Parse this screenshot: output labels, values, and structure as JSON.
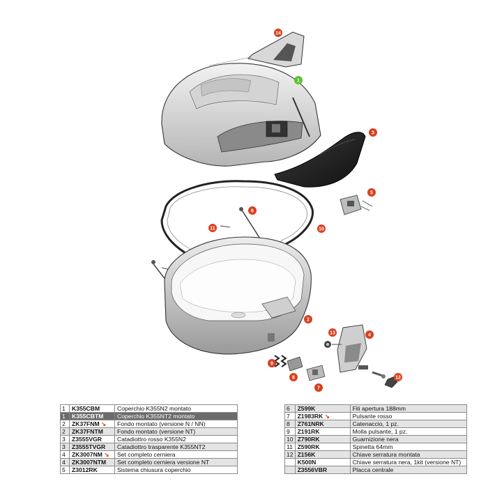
{
  "diagram": {
    "callouts": [
      {
        "n": "14",
        "color": "#d9401f"
      },
      {
        "n": "1",
        "color": "#5cc22e"
      },
      {
        "n": "3",
        "color": "#d9401f"
      },
      {
        "n": "5",
        "color": "#d9401f"
      },
      {
        "n": "6",
        "color": "#d9401f"
      },
      {
        "n": "11",
        "color": "#d9401f"
      },
      {
        "n": "10",
        "color": "#d9401f"
      },
      {
        "n": "2",
        "color": "#d9401f"
      },
      {
        "n": "13",
        "color": "#d9401f"
      },
      {
        "n": "4",
        "color": "#d9401f"
      },
      {
        "n": "9",
        "color": "#d9401f"
      },
      {
        "n": "8",
        "color": "#d9401f"
      },
      {
        "n": "7",
        "color": "#d9401f"
      },
      {
        "n": "12",
        "color": "#d9401f"
      }
    ]
  },
  "parts_left": [
    {
      "n": "1",
      "code": "K355CBM",
      "arrow": false,
      "desc": "Coperchio K355N2 montato",
      "style": ""
    },
    {
      "n": "1",
      "code": "K355CBTM",
      "arrow": false,
      "desc": "Coperchio K355NT2 montato",
      "style": "dark"
    },
    {
      "n": "2",
      "code": "ZK37FNM",
      "arrow": true,
      "desc": "Fondo montato (versione N / NN)",
      "style": ""
    },
    {
      "n": "2",
      "code": "ZK37FNTM",
      "arrow": false,
      "desc": "Fondo montato (versione NT)",
      "style": "grey"
    },
    {
      "n": "3",
      "code": "Z3555VGR",
      "arrow": false,
      "desc": "Catadiottro rosso K355N2",
      "style": ""
    },
    {
      "n": "3",
      "code": "Z3555TVGR",
      "arrow": false,
      "desc": "Catadiottro trasparente K355NT2",
      "style": "grey"
    },
    {
      "n": "4",
      "code": "ZK3007NM",
      "arrow": true,
      "desc": "Set completo cerniera",
      "style": ""
    },
    {
      "n": "4",
      "code": "ZK3007NTM",
      "arrow": false,
      "desc": "Set completo cerniera versione NT",
      "style": "grey"
    },
    {
      "n": "5",
      "code": "Z3012RK",
      "arrow": false,
      "desc": "Sistema chiusura coperchio",
      "style": ""
    }
  ],
  "parts_right": [
    {
      "n": "6",
      "code": "Z599K",
      "arrow": false,
      "desc": "Fili apertura 188mm",
      "style": "grey"
    },
    {
      "n": "7",
      "code": "Z1983RK",
      "arrow": true,
      "desc": "Pulsante rosso",
      "style": ""
    },
    {
      "n": "8",
      "code": "Z761NRK",
      "arrow": false,
      "desc": "Catenaccio, 1 pz.",
      "style": "grey"
    },
    {
      "n": "9",
      "code": "Z191RK",
      "arrow": false,
      "desc": "Molla pulsante, 1 pz.",
      "style": ""
    },
    {
      "n": "10",
      "code": "Z790RK",
      "arrow": false,
      "desc": "Guarnizione nera",
      "style": "grey"
    },
    {
      "n": "11",
      "code": "Z590RK",
      "arrow": false,
      "desc": "Spinetta 64mm",
      "style": ""
    },
    {
      "n": "12",
      "code": "Z156K",
      "arrow": false,
      "desc": "Chiave serratura montata",
      "style": "grey"
    },
    {
      "n": "",
      "code": "K500N",
      "arrow": false,
      "desc": "Chiave serratura nera, 1kit (versione NT)",
      "style": ""
    },
    {
      "n": "",
      "code": "Z3556VBR",
      "arrow": false,
      "desc": "Placca centrale",
      "style": "grey"
    }
  ],
  "arrow_glyph": "↘"
}
